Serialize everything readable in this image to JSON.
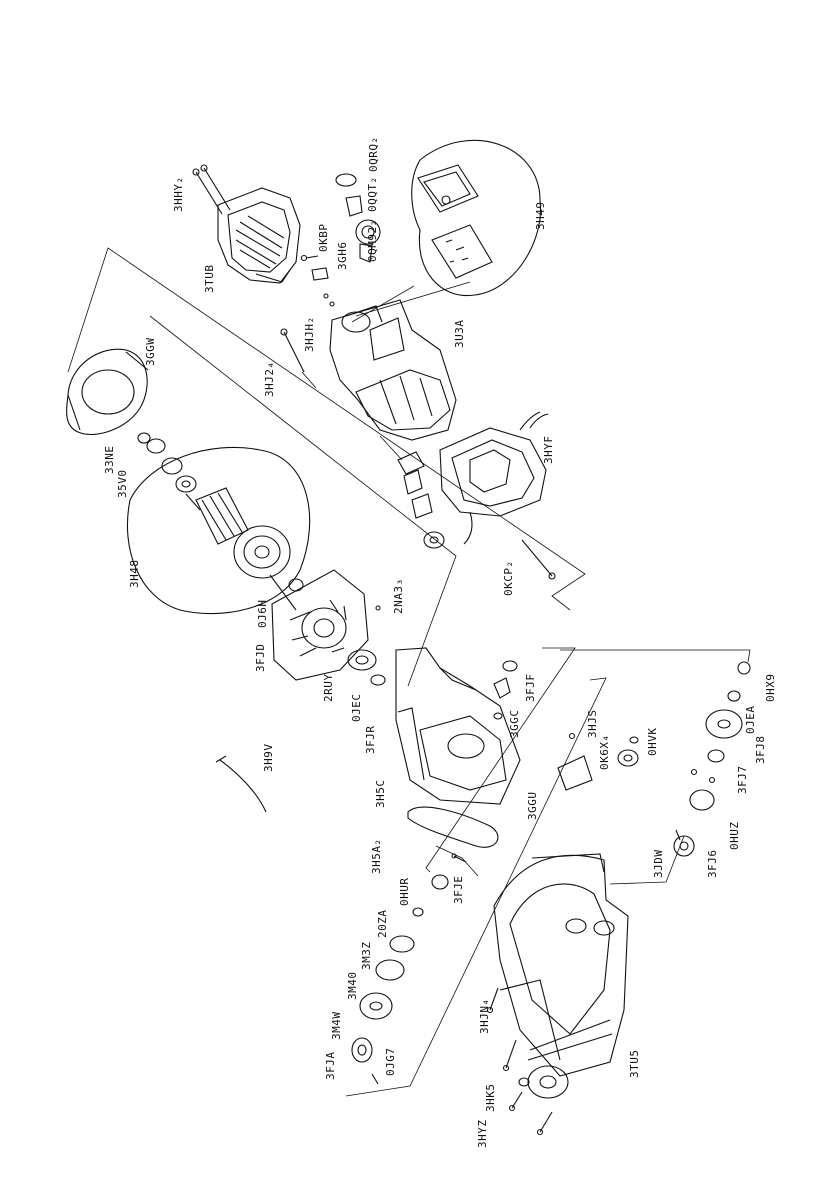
{
  "diagram": {
    "type": "exploded-parts-view",
    "labels": [
      {
        "id": "3HHY2",
        "text": "3HHY₂"
      },
      {
        "id": "3TUB",
        "text": "3TUB"
      },
      {
        "id": "0KBP",
        "text": "0KBP"
      },
      {
        "id": "3GH6",
        "text": "3GH6"
      },
      {
        "id": "0QM92",
        "text": "0QM92₂"
      },
      {
        "id": "0QQT",
        "text": "0QQT₂"
      },
      {
        "id": "0QRQ",
        "text": "0QRQ₂"
      },
      {
        "id": "3H49",
        "text": "3H49"
      },
      {
        "id": "3GGW",
        "text": "3GGW"
      },
      {
        "id": "3HJ2",
        "text": "3HJ2₄"
      },
      {
        "id": "3HJH",
        "text": "3HJH₂"
      },
      {
        "id": "3U3A",
        "text": "3U3A"
      },
      {
        "id": "33NE",
        "text": "33NE"
      },
      {
        "id": "35V0",
        "text": "35V0"
      },
      {
        "id": "3HYF",
        "text": "3HYF"
      },
      {
        "id": "3H48",
        "text": "3H48"
      },
      {
        "id": "0J6H",
        "text": "0J6H"
      },
      {
        "id": "2NA3",
        "text": "2NA3₃"
      },
      {
        "id": "0KCP",
        "text": "0KCP₂"
      },
      {
        "id": "3FJD",
        "text": "3FJD"
      },
      {
        "id": "2RUY",
        "text": "2RUY"
      },
      {
        "id": "0JEC",
        "text": "0JEC"
      },
      {
        "id": "3FJF",
        "text": "3FJF"
      },
      {
        "id": "3GGC",
        "text": "3GGC"
      },
      {
        "id": "3FJR",
        "text": "3FJR"
      },
      {
        "id": "3HJS",
        "text": "3HJS"
      },
      {
        "id": "0K6X",
        "text": "0K6X₄"
      },
      {
        "id": "0HVK",
        "text": "0HVK"
      },
      {
        "id": "0HX9",
        "text": "0HX9"
      },
      {
        "id": "0JEA",
        "text": "0JEA"
      },
      {
        "id": "3FJ8",
        "text": "3FJ8"
      },
      {
        "id": "3FJ7",
        "text": "3FJ7"
      },
      {
        "id": "3H9V",
        "text": "3H9V"
      },
      {
        "id": "3H5C",
        "text": "3H5C"
      },
      {
        "id": "3GGU",
        "text": "3GGU"
      },
      {
        "id": "3H5A",
        "text": "3H5A₂"
      },
      {
        "id": "3FJE",
        "text": "3FJE"
      },
      {
        "id": "0HUR",
        "text": "0HUR"
      },
      {
        "id": "20ZA",
        "text": "20ZA"
      },
      {
        "id": "3M3Z",
        "text": "3M3Z"
      },
      {
        "id": "3M40",
        "text": "3M40"
      },
      {
        "id": "3M4W",
        "text": "3M4W"
      },
      {
        "id": "3FJA",
        "text": "3FJA"
      },
      {
        "id": "0JG7",
        "text": "0JG7"
      },
      {
        "id": "3JDW",
        "text": "3JDW"
      },
      {
        "id": "3FJ6",
        "text": "3FJ6"
      },
      {
        "id": "0HUZ",
        "text": "0HUZ"
      },
      {
        "id": "3HJN",
        "text": "3HJN₄"
      },
      {
        "id": "3HK5",
        "text": "3HK5"
      },
      {
        "id": "3HYZ",
        "text": "3HYZ"
      },
      {
        "id": "3TU5",
        "text": "3TU5"
      }
    ]
  }
}
